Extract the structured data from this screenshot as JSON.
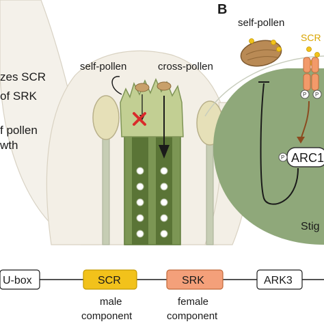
{
  "panel_b": {
    "label": "B",
    "pollen_label": "self-pollen",
    "scr_label": "SCR",
    "arc1_label": "ARC1",
    "stigma_label": "Stig",
    "p_label": "P"
  },
  "panel_a": {
    "left_text": [
      "zes SCR",
      "of SRK",
      "f pollen",
      "wth"
    ],
    "self_pollen_label": "self-pollen",
    "cross_pollen_label": "cross-pollen"
  },
  "genes": [
    {
      "label": "U-box",
      "fill": "#ffffff",
      "caption": [
        "",
        ""
      ]
    },
    {
      "label": "SCR",
      "fill": "#f2c21b",
      "caption": [
        "male",
        "component"
      ]
    },
    {
      "label": "SRK",
      "fill": "#f4a07a",
      "caption": [
        "female",
        "component"
      ]
    },
    {
      "label": "ARK3",
      "fill": "#ffffff",
      "caption": [
        "",
        ""
      ]
    }
  ],
  "colors": {
    "stigma": "#8fa87a",
    "style_dark": "#5e7a3a",
    "style_light": "#b9c98e",
    "arrow_red": "#d92b2b",
    "petal": "#f3efe6"
  }
}
